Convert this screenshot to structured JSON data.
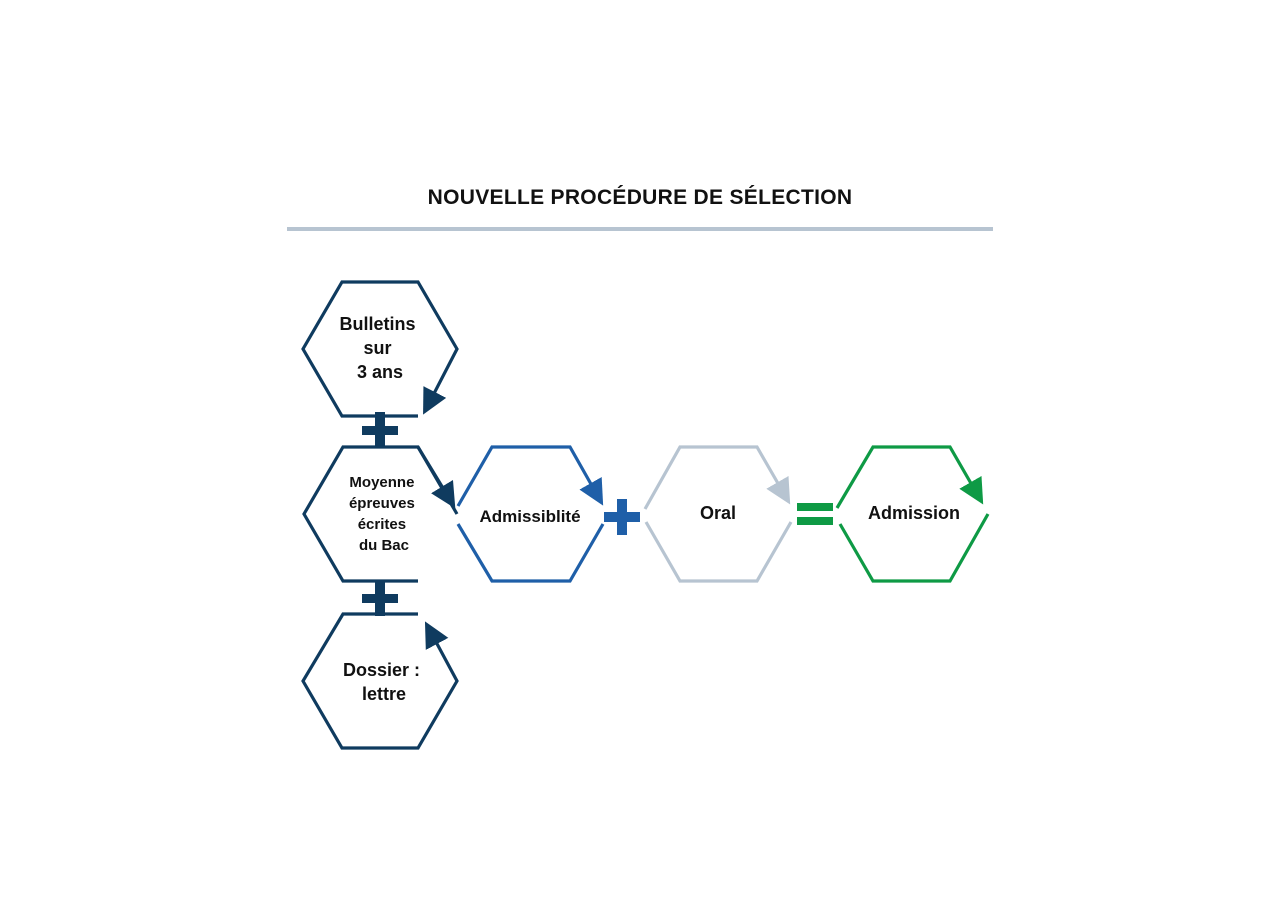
{
  "title": "NOUVELLE PROCÉDURE DE SÉLECTION",
  "colors": {
    "navy": "#0f3b5f",
    "blue": "#1f5fa8",
    "grey": "#b7c4d1",
    "green": "#0e9a45",
    "rule": "#b7c4d1"
  },
  "nodes": {
    "bulletins": {
      "lines": [
        "Bulletins",
        "sur",
        "3 ans"
      ]
    },
    "moyenne": {
      "lines": [
        "Moyenne",
        "épreuves",
        "écrites",
        "du Bac"
      ]
    },
    "dossier": {
      "lines": [
        "Dossier :",
        "lettre"
      ]
    },
    "admissibilite": {
      "lines": [
        "Admissiblité"
      ]
    },
    "oral": {
      "lines": [
        "Oral"
      ]
    },
    "admission": {
      "lines": [
        "Admission"
      ]
    }
  },
  "operators": {
    "plus_symbol": "+",
    "equals_symbol": "="
  }
}
